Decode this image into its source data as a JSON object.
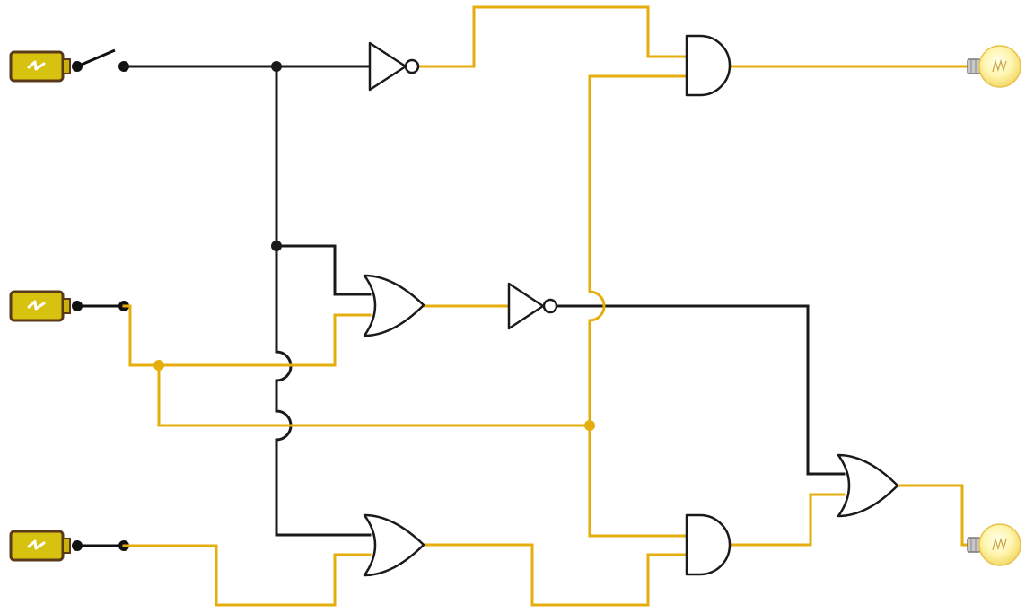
{
  "colors": {
    "wire_on": "#e6ae0c",
    "wire_off": "#1a1a1a",
    "battery_body": "#d7c20f",
    "battery_outline": "#5a3a1a",
    "bulb_fill": "#fff3a0",
    "background": "#ffffff"
  },
  "inputs": [
    {
      "id": "input-1",
      "type": "battery-switch",
      "state": "open",
      "powered": false
    },
    {
      "id": "input-2",
      "type": "battery-switch",
      "state": "closed",
      "powered": true
    },
    {
      "id": "input-3",
      "type": "battery-switch",
      "state": "closed",
      "powered": true
    }
  ],
  "gates": [
    {
      "id": "not-gate-1",
      "type": "NOT",
      "output_on": true
    },
    {
      "id": "or-gate-1",
      "type": "OR",
      "output_on": true
    },
    {
      "id": "not-gate-2",
      "type": "NOT",
      "output_on": false
    },
    {
      "id": "or-gate-2",
      "type": "OR",
      "output_on": true
    },
    {
      "id": "and-gate-1",
      "type": "AND",
      "output_on": true
    },
    {
      "id": "and-gate-2",
      "type": "AND",
      "output_on": true
    },
    {
      "id": "or-gate-3",
      "type": "OR",
      "output_on": true
    }
  ],
  "outputs": [
    {
      "id": "bulb-1",
      "type": "light-bulb",
      "lit": true
    },
    {
      "id": "bulb-2",
      "type": "light-bulb",
      "lit": true
    }
  ]
}
